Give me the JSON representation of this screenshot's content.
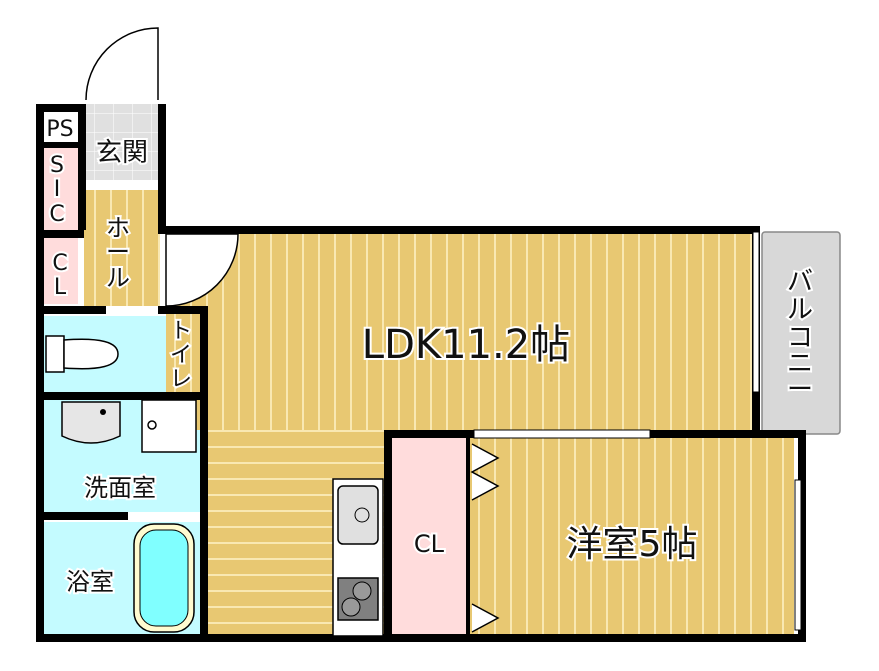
{
  "rooms": {
    "ps": "PS",
    "entrance": "玄関",
    "sic": [
      "S",
      "I",
      "C"
    ],
    "hall": [
      "ホ",
      "ー",
      "ル"
    ],
    "cl_small": [
      "C",
      "L"
    ],
    "toilet": [
      "ト",
      "イ",
      "レ"
    ],
    "washroom": "洗面室",
    "bath": "浴室",
    "ldk": "LDK11.2帖",
    "cl_western": "CL",
    "western": "洋室5帖",
    "balcony": [
      "バ",
      "ル",
      "コ",
      "ニ",
      "ー"
    ]
  },
  "colors": {
    "wood": "#e8c872",
    "wet": "#c4fbff",
    "closet": "#ffdcdc",
    "entrance": "#e0e0e0",
    "balcony": "#d8d8d8",
    "wall": "#000000"
  }
}
